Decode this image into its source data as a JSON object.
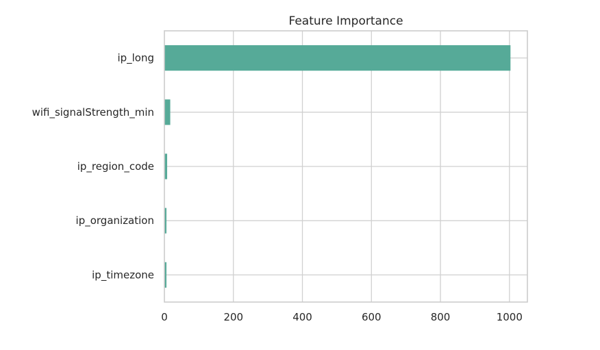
{
  "chart_data": {
    "type": "bar",
    "orientation": "horizontal",
    "title": "Feature Importance",
    "xlabel": "",
    "ylabel": "",
    "categories": [
      "ip_long",
      "wifi_signalStrength_min",
      "ip_region_code",
      "ip_organization",
      "ip_timezone"
    ],
    "values": [
      1003,
      17,
      8,
      6,
      6
    ],
    "xlim": [
      0,
      1052
    ],
    "xticks": [
      0,
      200,
      400,
      600,
      800,
      1000
    ],
    "grid": true,
    "legend": "none",
    "bar_color": "#56aa98",
    "grid_color": "#d0d0d0",
    "axes_color": "#cccccc",
    "text_color": "#262626"
  }
}
